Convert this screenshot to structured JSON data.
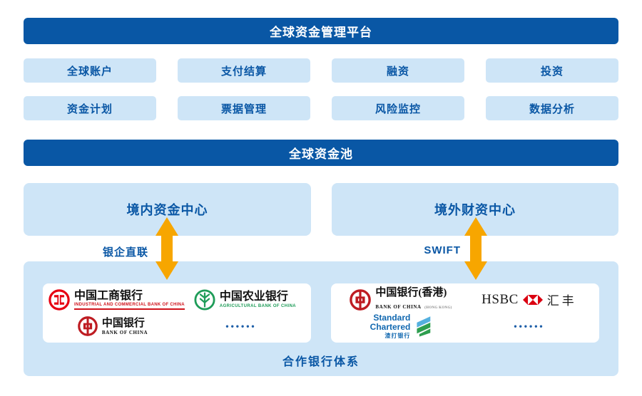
{
  "title_bar": {
    "label": "全球资金管理平台"
  },
  "features": {
    "row1": [
      "全球账户",
      "支付结算",
      "融资",
      "投资"
    ],
    "row2": [
      "资金计划",
      "票据管理",
      "风险监控",
      "数据分析"
    ]
  },
  "pool_bar": {
    "label": "全球资金池"
  },
  "centers": {
    "domestic": {
      "label": "境内资金中心"
    },
    "overseas": {
      "label": "境外财资中心"
    }
  },
  "connections": {
    "domestic": {
      "label": "银企直联"
    },
    "overseas": {
      "label": "SWIFT"
    }
  },
  "partner_section": {
    "title": "合作银行体系",
    "domestic_banks": {
      "icbc": {
        "name": "中国工商银行",
        "subtitle": "INDUSTRIAL AND COMMERCIAL BANK OF CHINA"
      },
      "abc": {
        "name": "中国农业银行",
        "subtitle": "AGRICULTURAL BANK OF CHINA"
      },
      "boc": {
        "name": "中国银行",
        "subtitle": "BANK OF CHINA"
      },
      "more": "••••••"
    },
    "overseas_banks": {
      "bochk": {
        "name": "中国银行(香港)",
        "subtitle": "BANK OF CHINA",
        "subtitle_note": "(HONG KONG)"
      },
      "hsbc": {
        "name": "HSBC",
        "cjk": "汇丰"
      },
      "standard_chartered": {
        "line1": "Standard",
        "line2": "Chartered",
        "cjk": "渣打银行"
      },
      "more": "••••••"
    }
  },
  "colors": {
    "primary_blue": "#0957A5",
    "light_blue": "#CEE5F7",
    "text_blue": "#0A57A5",
    "arrow_orange": "#F7A600",
    "icbc_red": "#E60012",
    "abc_green": "#1E9C58",
    "boc_red": "#BE1C22",
    "hsbc_red": "#DB0011",
    "sc_blue": "#1168B0",
    "sc_green": "#2E9E4F",
    "sc_light_blue": "#54B0DF"
  }
}
